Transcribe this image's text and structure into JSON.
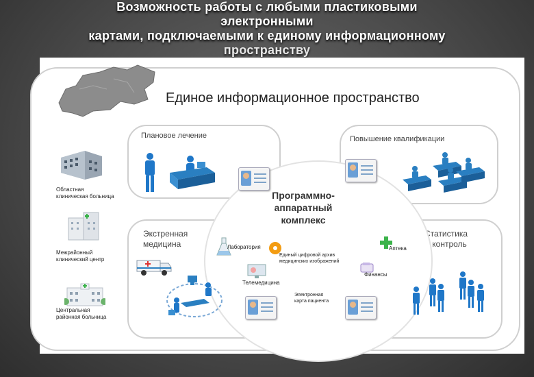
{
  "title": {
    "line1": "Возможность работы с любыми пластиковыми",
    "line2": "электронными",
    "line3": "картами, подключаемыми к единому информационному",
    "line4": "пространству"
  },
  "diagram": {
    "main_label": "Единое информационное пространство",
    "planned": "Плановое лечение",
    "qualification": "Повышение квалификации",
    "emergency_line1": "Экстренная",
    "emergency_line2": "медицина",
    "statistics_line1": "Статистика",
    "statistics_line2": "и контроль",
    "core_line1": "Программно-",
    "core_line2": "аппаратный",
    "core_line3": "комплекс",
    "lab": "Лаборатория",
    "pharmacy": "Аптека",
    "archive_line1": "Единый цифровой архив",
    "archive_line2": "медицинских изображений",
    "finance": "Финансы",
    "telemedicine": "Телемедицина",
    "card_line1": "Электронная",
    "card_line2": "карта пациента",
    "hosp1_line1": "Областная",
    "hosp1_line2": "клиническая больница",
    "hosp2_line1": "Межрайонный",
    "hosp2_line2": "клинический центр",
    "hosp3_line1": "Центральная",
    "hosp3_line2": "районная больница"
  },
  "colors": {
    "accent_blue": "#2a7fc1",
    "person_blue": "#1f77c8",
    "border_gray": "#cfcfcf"
  }
}
